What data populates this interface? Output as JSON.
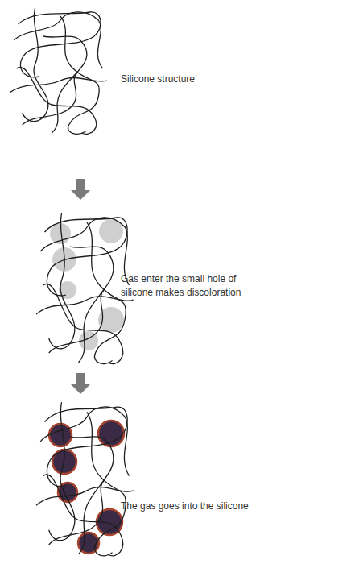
{
  "diagram": {
    "labels": [
      "Silicone structure",
      "Gas enter the small hole of silicone makes discoloration",
      "The gas goes into the silicone"
    ]
  }
}
